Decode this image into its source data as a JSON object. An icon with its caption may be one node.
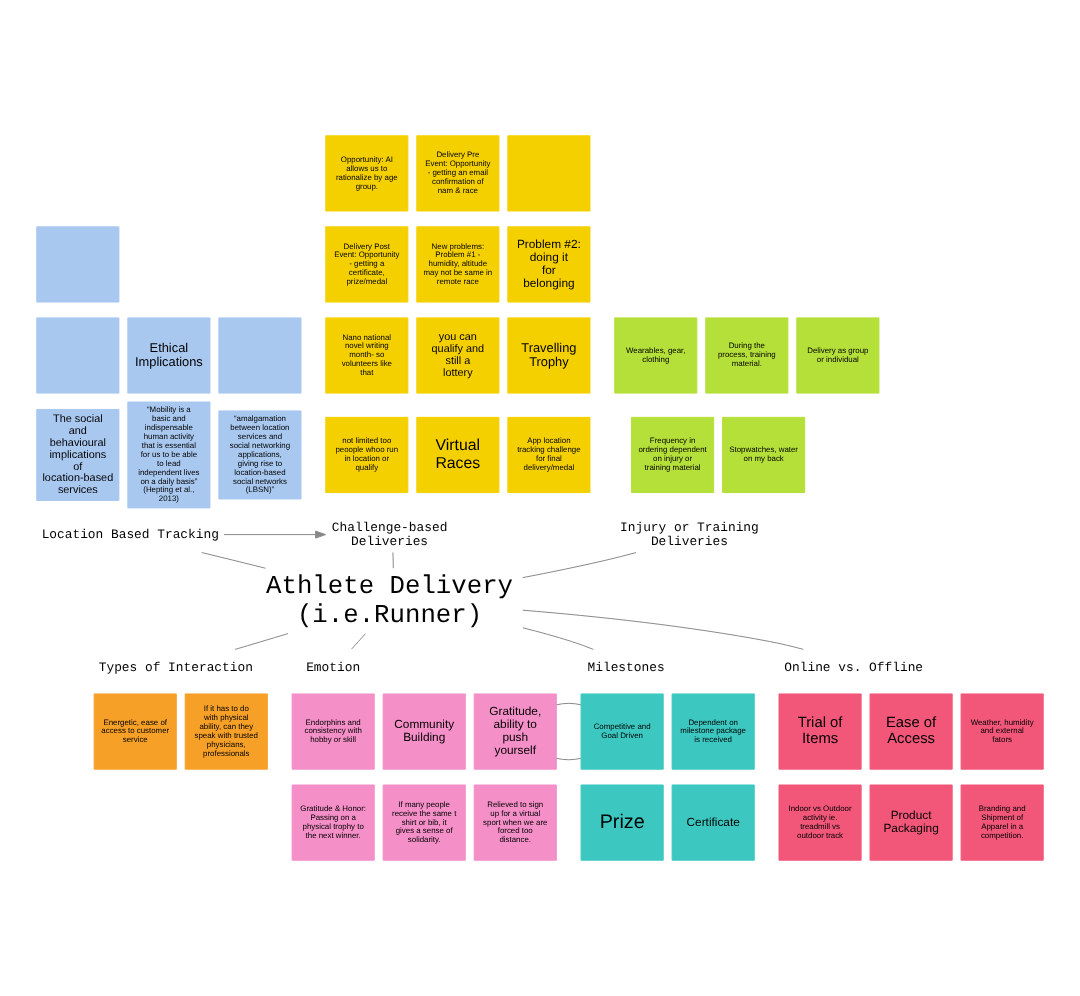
{
  "diagram": {
    "nodes": [
      {
        "text": [],
        "shape": "box"
      },
      {
        "text": [],
        "shape": "box"
      },
      {
        "text": [
          "Ethical Implications"
        ]
      },
      {
        "text": [],
        "shape": "box"
      },
      {
        "text": [
          "The social and behavioural implications of location-based services"
        ]
      },
      {
        "text": [
          "“Mobility is a basic and indispensable human activity that is essential for us to be able to lead independent lives on a daily basis” (Hepting et al., 2013)"
        ]
      },
      {
        "text": [
          "“amalgamation between location services and social networking applications, giving rise to location-based social networks (LBSN)”"
        ]
      },
      {
        "text": [
          "Opportunity: AI allows us to rationalize by age group."
        ]
      },
      {
        "text": [
          "Delivery Pre Event: Opportunity - getting an email confirmation of nam & race"
        ]
      },
      {
        "text": [],
        "shape": "box"
      },
      {
        "text": [
          "Delivery Post Event: Opportunity - getting a certificate, prize/medal"
        ]
      },
      {
        "text": [
          "New problems: Problem #1 - humidity, altitude may not be same in remote race"
        ]
      },
      {
        "text": [
          "Problem #2: doing it for belonging"
        ]
      },
      {
        "text": [
          "Nano national novel writing month- so volunteers like that"
        ]
      },
      {
        "text": [
          "you can qualify and still a lottery"
        ]
      },
      {
        "text": [
          "Travelling Trophy"
        ]
      },
      {
        "text": [
          "not limited too peoople whoo run in location or qualify"
        ]
      },
      {
        "text": [
          "Virtual Races"
        ]
      },
      {
        "text": [
          "App location tracking challenge for final delivery/medal"
        ]
      },
      {
        "text": [
          "Location Based Tracking"
        ]
      },
      {
        "text": [
          "Challenge-based Deliveries"
        ]
      },
      {
        "text": [
          "Injury or Training Deliveries"
        ]
      },
      {
        "text": [
          "Types of Interaction"
        ]
      },
      {
        "text": [
          "Wearables, gear, clothing"
        ]
      },
      {
        "text": [
          "During the process, training material."
        ]
      },
      {
        "text": [
          "Delivery as group or individual"
        ]
      },
      {
        "text": [
          "Frequency in ordering dependent on injury or training material"
        ]
      },
      {
        "text": [
          "Stopwatches, water on my back"
        ]
      },
      {
        "text": [
          "Athlete Delivery (i.e.Runner)"
        ]
      },
      {
        "text": [
          "Energetic, ease of access to customer service"
        ]
      },
      {
        "text": [
          "If it has to do with physical ability, can they speak with trusted physicians, professionals"
        ]
      },
      {
        "text": [
          "Emotion"
        ]
      },
      {
        "text": [
          "Milestones"
        ]
      },
      {
        "text": [
          "Online vs. Offline"
        ]
      },
      {
        "text": [
          "Endorphins and consistency with hobby or skill"
        ]
      },
      {
        "text": [
          "Community Building"
        ]
      },
      {
        "text": [
          "Gratitude, ability to push yourself"
        ]
      },
      {
        "text": [
          "Gratitude & Honor: Passing on a physical trophy to the next winner."
        ]
      },
      {
        "text": [
          "If many people receive the same t shirt or bib, it gives a sense of solidarity."
        ]
      },
      {
        "text": [
          "Relieved to sign up for a virtual sport when we are forced too distance."
        ]
      },
      {
        "text": [
          "Competitive and Goal Driven"
        ]
      },
      {
        "text": [
          "Dependent on milestone package is received"
        ]
      },
      {
        "text": [
          "Prize"
        ]
      },
      {
        "text": [
          "Certificate"
        ]
      },
      {
        "text": [
          "Trial of Items"
        ]
      },
      {
        "text": [
          "Ease of Access"
        ]
      },
      {
        "text": [
          "Weather, humidity and external fators"
        ]
      },
      {
        "text": [
          "Indoor vs Outdoor activity ie. treadmill vs outdoor track"
        ]
      },
      {
        "text": [
          "Product Packaging"
        ]
      },
      {
        "text": [
          "Branding and Shipment of Apparel in a competition."
        ]
      }
    ],
    "edges": [
      {
        "from": 28,
        "to": 19,
        "arrow": "none"
      },
      {
        "from": 28,
        "to": 20,
        "arrow": "none"
      },
      {
        "from": 19,
        "to": 20,
        "arrow": "to"
      },
      {
        "from": 28,
        "to": 21,
        "arrow": "none"
      },
      {
        "from": 28,
        "to": 22,
        "arrow": "none"
      },
      {
        "from": 28,
        "to": 31,
        "arrow": "none"
      },
      {
        "from": 28,
        "to": 32,
        "arrow": "none"
      },
      {
        "from": 28,
        "to": 33,
        "arrow": "none"
      },
      {
        "from": 36,
        "to": 40,
        "arrow": "none"
      }
    ]
  }
}
